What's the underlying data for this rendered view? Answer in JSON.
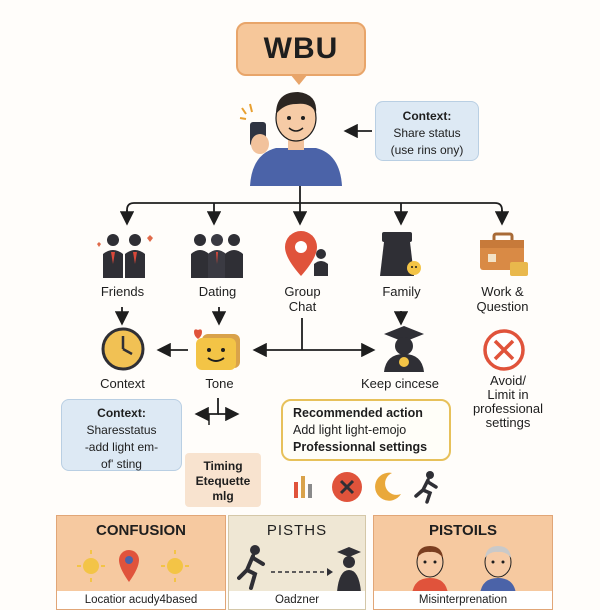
{
  "title": "WBU",
  "top_context": {
    "heading": "Context:",
    "line1": "Share status",
    "line2": "(use rins ony)"
  },
  "categories": [
    {
      "label": "Friends"
    },
    {
      "label": "Dating"
    },
    {
      "label": "Group\nChat"
    },
    {
      "label": "Family"
    },
    {
      "label": "Work &\nQuestion"
    }
  ],
  "row2": {
    "context_label": "Context",
    "tone_label": "Tone",
    "keep_label": "Keep cincese",
    "avoid_label": "Avoid/\nLimit in\nprofessional\nsettings"
  },
  "left_context": {
    "heading": "Context:",
    "line1": "Sharesstatus",
    "line2": "-add light em-",
    "line3": "of' sting"
  },
  "recommended": {
    "heading": "Recommended action",
    "line1": "Add light light-emojo",
    "line2": "Professionnal settings"
  },
  "timing": {
    "line1": "Timing",
    "line2": "Etequette",
    "line3": "mlg"
  },
  "panels": {
    "confusion": {
      "title": "CONFUSION",
      "footer": "Locatior acudy4based"
    },
    "pisths": {
      "title": "PISTHS",
      "footer": "Oadzner"
    },
    "pistoils": {
      "title": "PISTOILS",
      "footer": "Misinterprenation"
    }
  },
  "colors": {
    "title_fill": "#f6c79a",
    "context_fill": "#dde9f4",
    "panel_orange": "#f6c9a0",
    "accent_red": "#e0533b",
    "rec_border": "#e7c15a"
  }
}
